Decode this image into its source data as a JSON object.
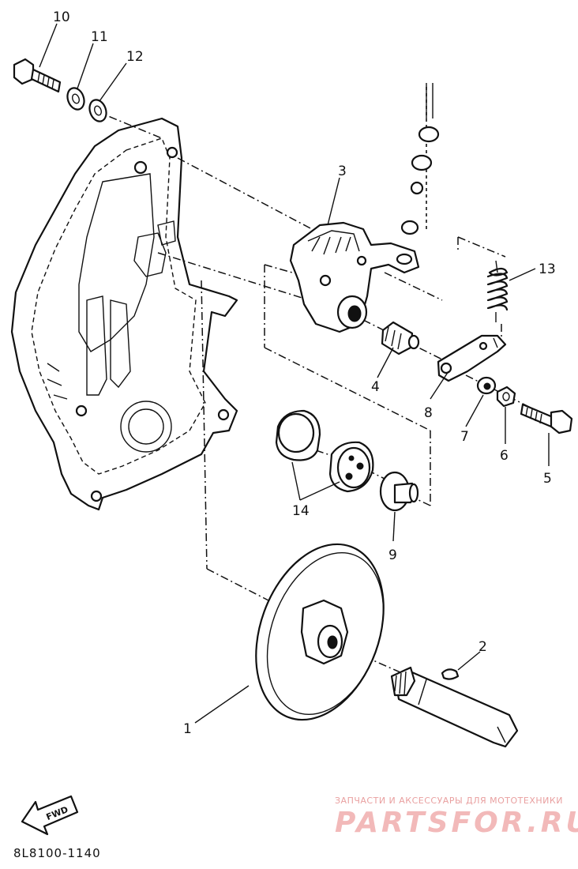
{
  "callouts": [
    {
      "id": "1",
      "label": "1"
    },
    {
      "id": "2",
      "label": "2"
    },
    {
      "id": "3",
      "label": "3"
    },
    {
      "id": "4",
      "label": "4"
    },
    {
      "id": "5",
      "label": "5"
    },
    {
      "id": "6",
      "label": "6"
    },
    {
      "id": "7",
      "label": "7"
    },
    {
      "id": "8",
      "label": "8"
    },
    {
      "id": "9",
      "label": "9"
    },
    {
      "id": "10",
      "label": "10"
    },
    {
      "id": "11",
      "label": "11"
    },
    {
      "id": "12",
      "label": "12"
    },
    {
      "id": "13",
      "label": "13"
    },
    {
      "id": "14",
      "label": "14"
    }
  ],
  "diagram_code": "8L8100-1140",
  "fwd_label": "FWD",
  "watermark": {
    "tagline": "ЗАПЧАСТИ И АКСЕССУАРЫ ДЛЯ МОТОТЕХНИКИ",
    "brand": "PARTSFOR.RU"
  }
}
